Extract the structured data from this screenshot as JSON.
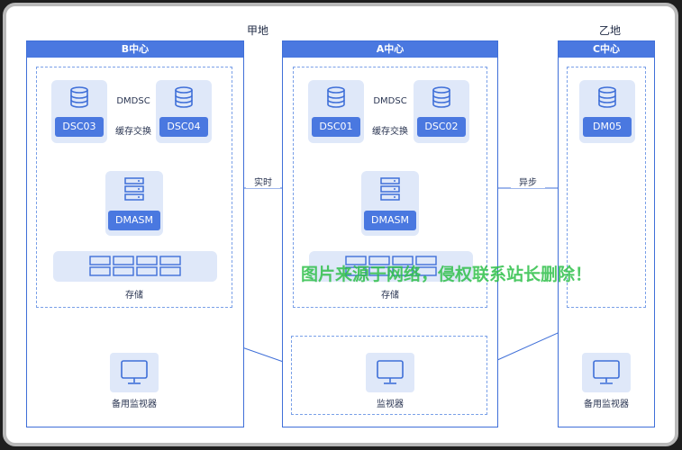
{
  "regions": {
    "jia": "甲地",
    "yi": "乙地"
  },
  "centers": {
    "b": "B中心",
    "a": "A中心",
    "c": "C中心"
  },
  "nodes": {
    "dsc03": "DSC03",
    "dsc04": "DSC04",
    "dsc01": "DSC01",
    "dsc02": "DSC02",
    "dm05": "DM05",
    "dmasm_b": "DMASM",
    "dmasm_a": "DMASM"
  },
  "dmdsc": {
    "b": "DMDSC",
    "a": "DMDSC"
  },
  "cache_exchange": {
    "b": "缓存交换",
    "a": "缓存交换"
  },
  "storage": {
    "b": "存储",
    "a": "存储"
  },
  "links": {
    "realtime": "实时",
    "async": "异步"
  },
  "monitors": {
    "b": "备用监视器",
    "a": "监视器",
    "c": "备用监视器"
  },
  "watermark": "图片来源于网络，侵权联系站长删除！",
  "colors": {
    "accent": "#4a78e0",
    "panel": "#dfe8f9",
    "line": "#3f6fd8",
    "watermark": "#2fc04a"
  },
  "icons": [
    "database-icon",
    "server-icon",
    "disk-array-icon",
    "monitor-icon",
    "arrow-icon"
  ]
}
